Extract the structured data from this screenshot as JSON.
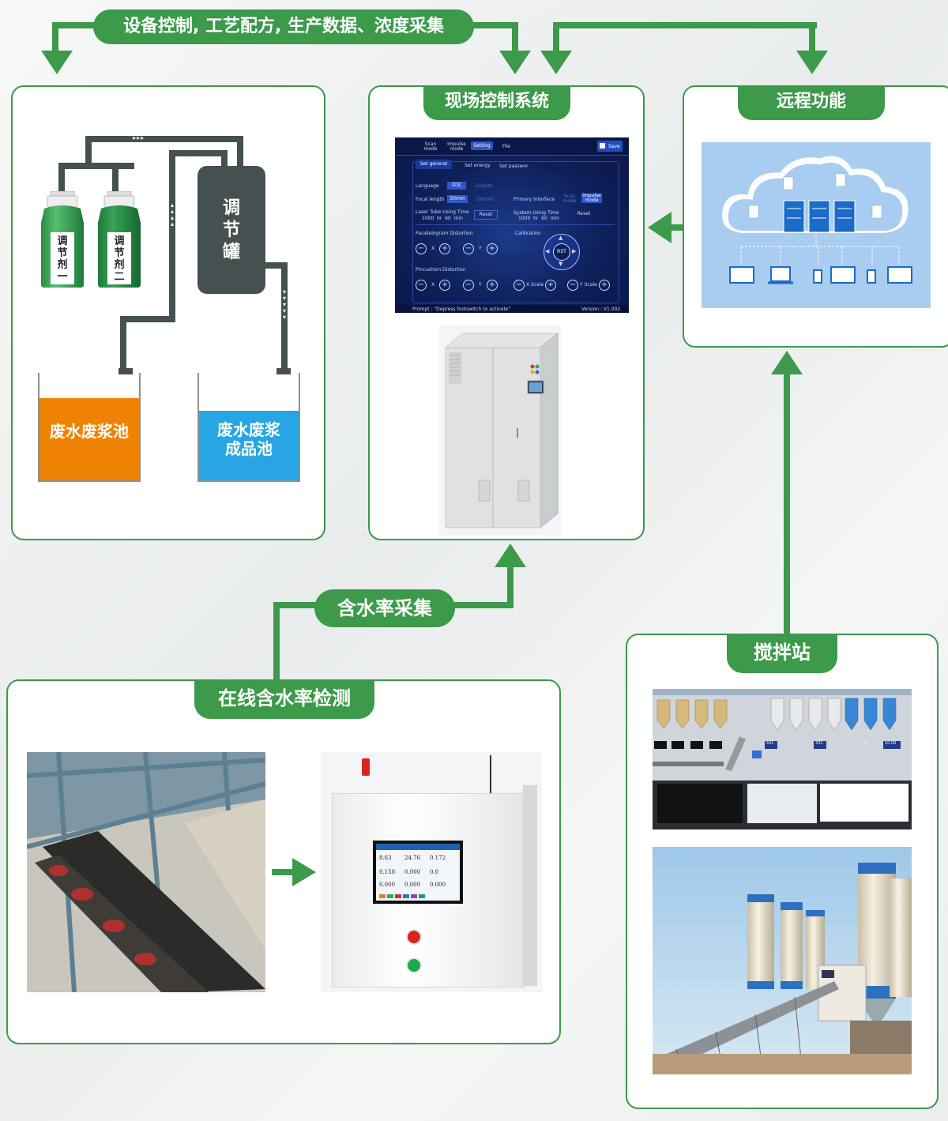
{
  "top_label": "设备控制, 工艺配方, 生产数据、浓度采集",
  "left_panel": {
    "bottle1": "调节剂一",
    "bottle2": "调节剂二",
    "tank": "调节罐",
    "pool_orange": "废水废浆池",
    "pool_blue": "废水废浆成品池"
  },
  "center_panel": {
    "title": "现场控制系统",
    "screen": {
      "tabs": [
        "Scan mode",
        "Impulse mode",
        "Setting",
        "File"
      ],
      "save": "Save",
      "subtabs": [
        "Set general",
        "Set energy",
        "Set passwor"
      ],
      "language_label": "Language",
      "language_options": [
        "中文",
        "English"
      ],
      "focal_label": "Focal length",
      "focal_options": [
        "50mm",
        "100mm"
      ],
      "primary_label": "Primary Interface",
      "primary_options": [
        "Scan mode",
        "Impulse mode"
      ],
      "laser_label": "Laser Tube Using Time",
      "laser_value": "1000  hr  60  min",
      "system_label": "System Using Time",
      "system_value": "1000  hr  60  min",
      "reset": "Reset",
      "para_label": "Parallelogram Distortion",
      "calib_label": "Calibration",
      "pin_label": "Pincushion Distortion",
      "x": "X",
      "y": "Y",
      "x_scale": "X Scale",
      "y_scale": "Y Scale",
      "rst": "RST",
      "prompt": "Prompt :  \"Depress footswitch to activate\"",
      "version": "Version : V1.002"
    }
  },
  "right_panel": {
    "title": "远程功能"
  },
  "moisture_label": "含水率采集",
  "bottom_left": {
    "title": "在线含水率检测",
    "display_readings": [
      "8.63",
      "24.76",
      "0.172",
      "0.150",
      "0.000",
      "0.0",
      "0.000",
      "0.000",
      "0.000"
    ]
  },
  "bottom_right": {
    "title": "搅拌站",
    "counters": [
      "541",
      "331",
      "0",
      "10.00"
    ]
  },
  "colors": {
    "green": "#3c9a4a",
    "orange": "#ef8200",
    "blue": "#27a6e3",
    "dark": "#455150"
  }
}
